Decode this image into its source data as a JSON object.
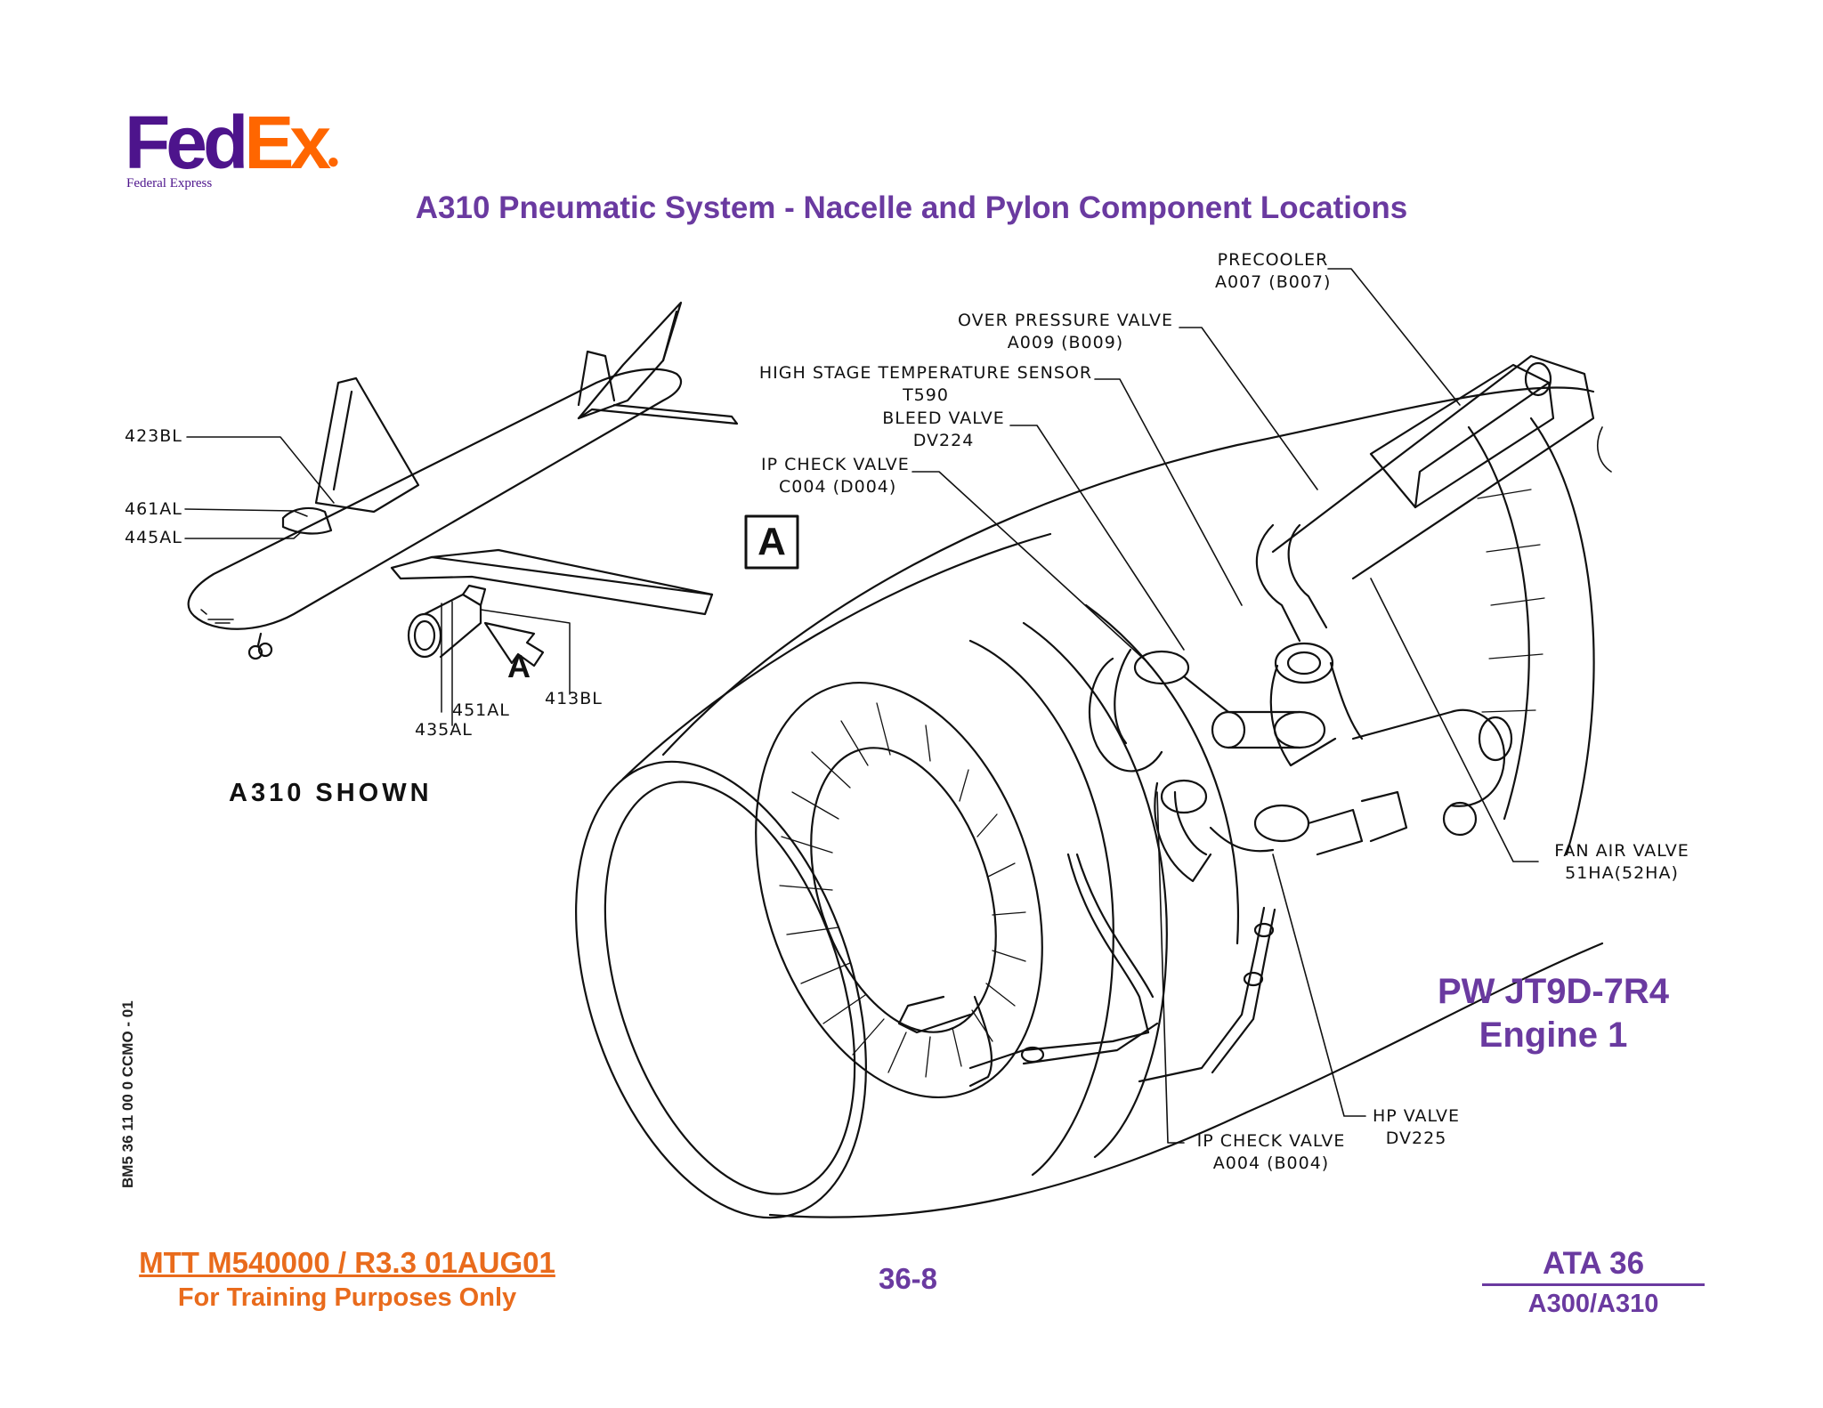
{
  "logo": {
    "brand_fed": "Fed",
    "brand_ex": "Ex",
    "subtitle": "Federal Express",
    "colors": {
      "purple": "#4d148c",
      "orange": "#ff6600"
    }
  },
  "title": "A310 Pneumatic System - Nacelle and Pylon Component Locations",
  "aircraft": {
    "labels": {
      "l423": "423BL",
      "l461": "461AL",
      "l445": "445AL",
      "l451": "451AL",
      "l435": "435AL",
      "l413": "413BL"
    },
    "view_letter": "A",
    "shown": "A310 SHOWN"
  },
  "view_box_letter": "A",
  "callouts": {
    "precooler": {
      "name": "PRECOOLER",
      "id": "A007 (B007)"
    },
    "over_pressure": {
      "name": "OVER PRESSURE VALVE",
      "id": "A009 (B009)"
    },
    "hs_temp": {
      "name": "HIGH STAGE TEMPERATURE SENSOR",
      "id": "T590"
    },
    "bleed": {
      "name": "BLEED VALVE",
      "id": "DV224"
    },
    "ip_check_upper": {
      "name": "IP CHECK VALVE",
      "id": "C004 (D004)"
    },
    "fan_air": {
      "name": "FAN AIR VALVE",
      "id": "51HA(52HA)"
    },
    "hp_valve": {
      "name": "HP VALVE",
      "id": "DV225"
    },
    "ip_check_lower": {
      "name": "IP CHECK VALVE",
      "id": "A004 (B004)"
    }
  },
  "engine": {
    "line1": "PW JT9D-7R4",
    "line2": "Engine 1"
  },
  "side_code": "BM5 36 11 00 0 CCMO - 01",
  "footer": {
    "doc": "MTT M540000 / R3.3 01AUG01",
    "purpose": "For Training Purposes Only",
    "page": "36-8",
    "ata": "ATA 36",
    "model": "A300/A310"
  },
  "colors": {
    "title_purple": "#6a3aa0",
    "footer_orange": "#e96b1c"
  }
}
